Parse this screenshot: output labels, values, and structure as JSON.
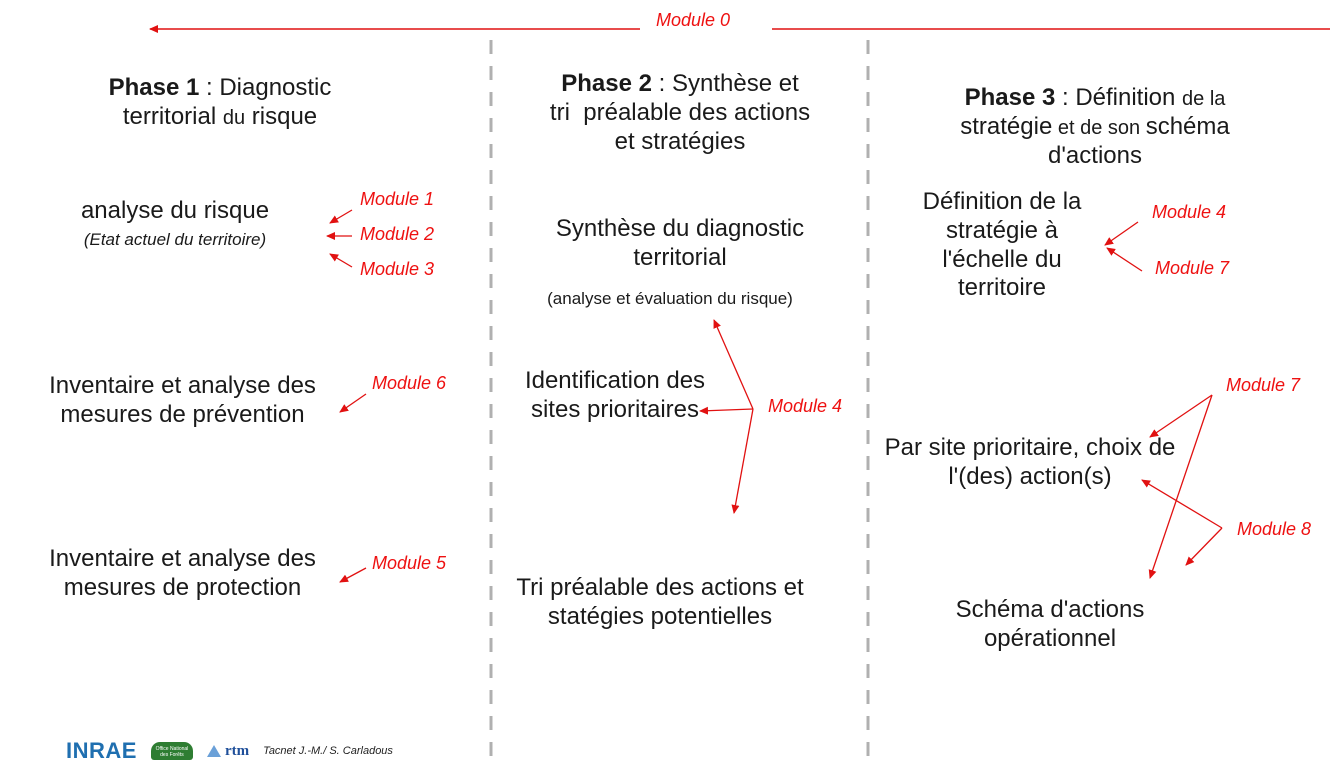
{
  "module0": "Module 0",
  "phase1": {
    "title_bold": "Phase 1",
    "title_rest": " : Diagnostic",
    "line2_a": "territorial ",
    "line2_b": "du",
    "line2_c": " risque",
    "analyse": "analyse du risque",
    "analyse_sub": "(Etat actuel du territoire)",
    "prevention": "Inventaire et analyse des mesures de prévention",
    "protection": "Inventaire et analyse des mesures de protection",
    "modules": [
      "Module 1",
      "Module 2",
      "Module 3",
      "Module 6",
      "Module 5"
    ]
  },
  "phase2": {
    "title_bold": "Phase 2",
    "title_rest": " : Synthèse et",
    "line2": "tri  préalable des actions",
    "line3": "et stratégies",
    "synthese": "Synthèse du diagnostic territorial",
    "synthese_sub": "(analyse et évaluation du risque)",
    "identification": "Identification des sites prioritaires",
    "tri": "Tri préalable des actions et statégies potentielles",
    "module": "Module 4"
  },
  "phase3": {
    "title_bold": "Phase 3",
    "title_rest": " : Définition ",
    "title_small": "de la",
    "line2_a": "stratégie",
    "line2_b": " et de son ",
    "line2_c": "schéma",
    "line3": "d'actions",
    "definition": "Définition de la stratégie à l'échelle du territoire",
    "par_site": "Par site prioritaire, choix de l'(des) action(s)",
    "schema": "Schéma d'actions opérationnel",
    "modules": [
      "Module 4",
      "Module 7",
      "Module 7",
      "Module 8"
    ]
  },
  "footer": {
    "inrae": "INRAE",
    "onf": "Office National des Forêts",
    "rtm": "rtm",
    "credit": "Tacnet J.-M./ S. Carladous"
  },
  "colors": {
    "arrow": "#e11111",
    "divider": "#b0b0b0"
  }
}
